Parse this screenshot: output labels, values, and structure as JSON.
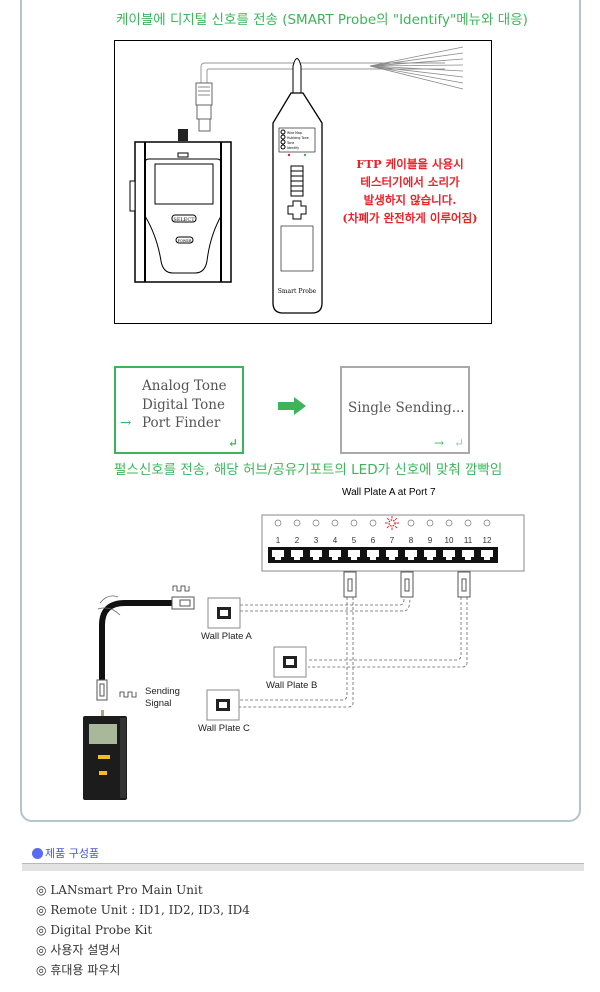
{
  "section1": {
    "caption": "케이블에 디지털 신호를 전송 (SMART Probe의 \"Identify\"메뉴와 대응)",
    "probe_menu": [
      "Wire Map",
      "Hubbing Tone",
      "Tone",
      "Identify"
    ],
    "probe_label": "Smart Probe",
    "main_unit_buttons": [
      "SELECT",
      "POWER"
    ],
    "note_lines": [
      "FTP 케이블을 사용시",
      "테스터기에서 소리가",
      "발생하지 않습니다.",
      "(차폐가 완전하게 이루어짐)"
    ]
  },
  "section2": {
    "menu_items": [
      "Analog Tone",
      "Digital Tone",
      "Port Finder"
    ],
    "selected_marker": "→",
    "corner_glyph": "↵",
    "sending_text": "Single Sending...",
    "caption": "펄스신호를 전송, 해당 허브/공유기포트의  LED가 신호에 맞춰 깜빡임"
  },
  "section3": {
    "title": "Wall Plate A  at  Port  7",
    "ports": [
      "1",
      "2",
      "3",
      "4",
      "5",
      "6",
      "7",
      "8",
      "9",
      "10",
      "11",
      "12"
    ],
    "active_port": 7,
    "wall_plates": [
      "Wall Plate A",
      "Wall Plate B",
      "Wall Plate C"
    ],
    "sending_label": [
      "Sending",
      "Signal"
    ],
    "colors": {
      "active_led": "#e8232a",
      "accent_green": "#3cb55a"
    }
  },
  "components": {
    "title": "제품 구성품",
    "bullet": "◎",
    "items": [
      "LANsmart Pro Main Unit",
      "Remote Unit : ID1, ID2, ID3, ID4",
      "Digital Probe Kit",
      "사용자 설명서",
      "휴대용 파우치"
    ]
  }
}
